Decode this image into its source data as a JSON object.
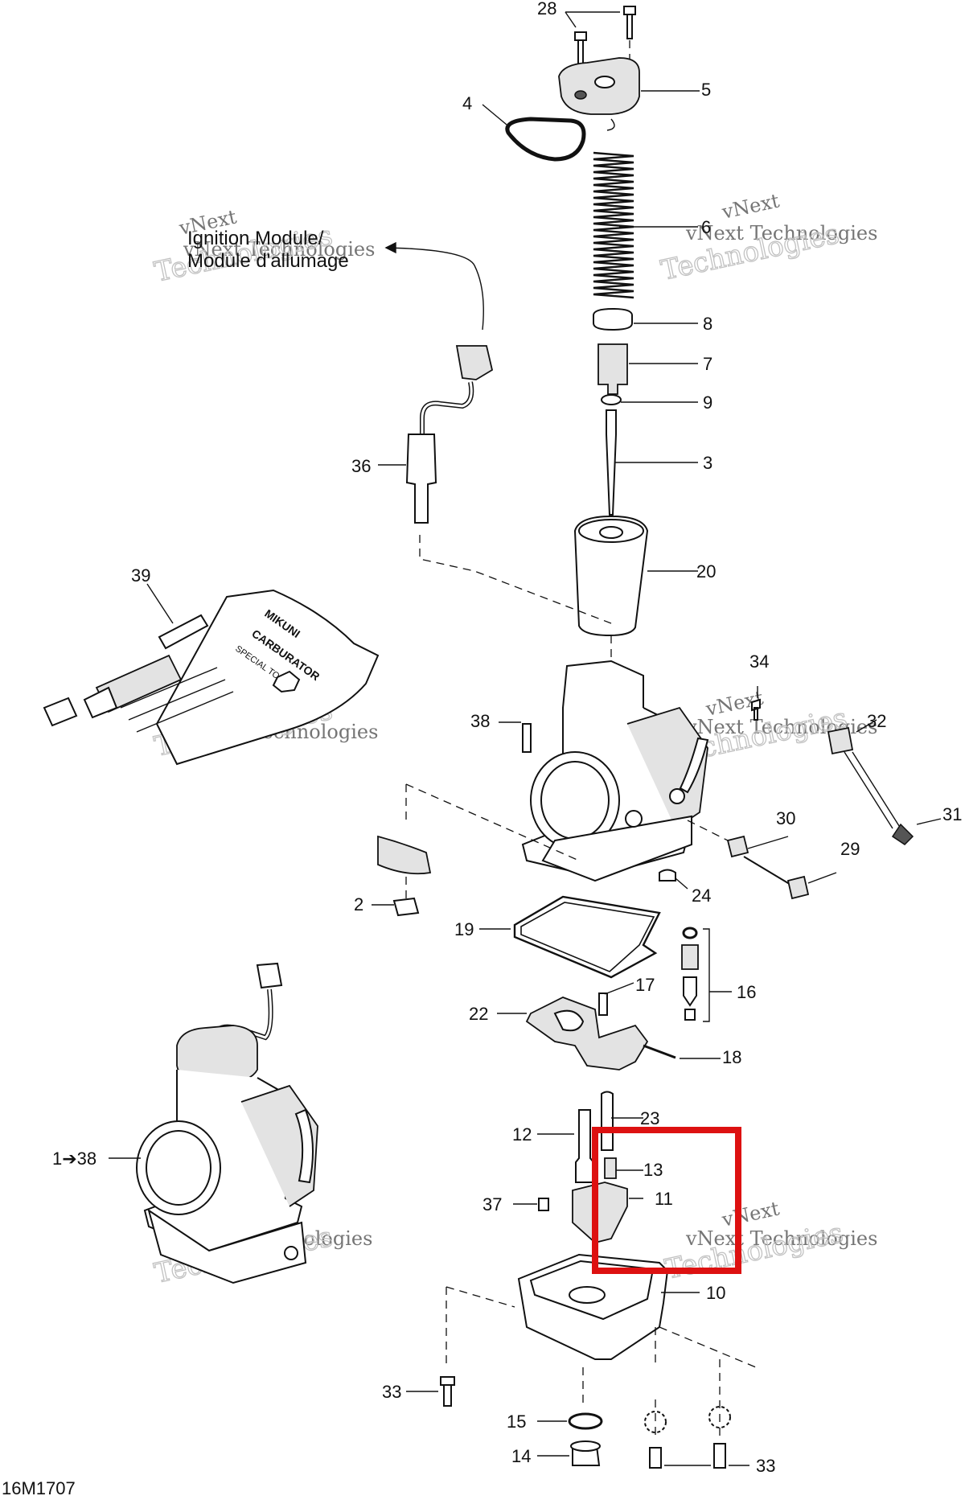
{
  "diagram": {
    "figure_code": "16M1707",
    "module_label": {
      "line1": "Ignition Module/",
      "line2": "Module d'allumage"
    },
    "watermark": {
      "brand": "vNext",
      "line": "vNext Technologies",
      "big": "Technologies"
    },
    "tool_kit_text": {
      "line1": "MIKUNI",
      "line2": "CARBURATOR",
      "line3": "SPECIAL TOOLS"
    },
    "callouts": [
      {
        "id": "28",
        "label": "28"
      },
      {
        "id": "5",
        "label": "5"
      },
      {
        "id": "4",
        "label": "4"
      },
      {
        "id": "6",
        "label": "6"
      },
      {
        "id": "8",
        "label": "8"
      },
      {
        "id": "7",
        "label": "7"
      },
      {
        "id": "9",
        "label": "9"
      },
      {
        "id": "3",
        "label": "3"
      },
      {
        "id": "36",
        "label": "36"
      },
      {
        "id": "20",
        "label": "20"
      },
      {
        "id": "39",
        "label": "39"
      },
      {
        "id": "34",
        "label": "34"
      },
      {
        "id": "32",
        "label": "32"
      },
      {
        "id": "38",
        "label": "38"
      },
      {
        "id": "31",
        "label": "31"
      },
      {
        "id": "30",
        "label": "30"
      },
      {
        "id": "29",
        "label": "29"
      },
      {
        "id": "24",
        "label": "24"
      },
      {
        "id": "2",
        "label": "2"
      },
      {
        "id": "19",
        "label": "19"
      },
      {
        "id": "16",
        "label": "16"
      },
      {
        "id": "17",
        "label": "17"
      },
      {
        "id": "22",
        "label": "22"
      },
      {
        "id": "18",
        "label": "18"
      },
      {
        "id": "23",
        "label": "23"
      },
      {
        "id": "12",
        "label": "12"
      },
      {
        "id": "13",
        "label": "13"
      },
      {
        "id": "11",
        "label": "11"
      },
      {
        "id": "1to38",
        "label": "1➔38"
      },
      {
        "id": "37",
        "label": "37"
      },
      {
        "id": "10",
        "label": "10"
      },
      {
        "id": "33a",
        "label": "33"
      },
      {
        "id": "15",
        "label": "15"
      },
      {
        "id": "14",
        "label": "14"
      },
      {
        "id": "33b",
        "label": "33"
      }
    ],
    "highlight_color": "#dd1111"
  }
}
